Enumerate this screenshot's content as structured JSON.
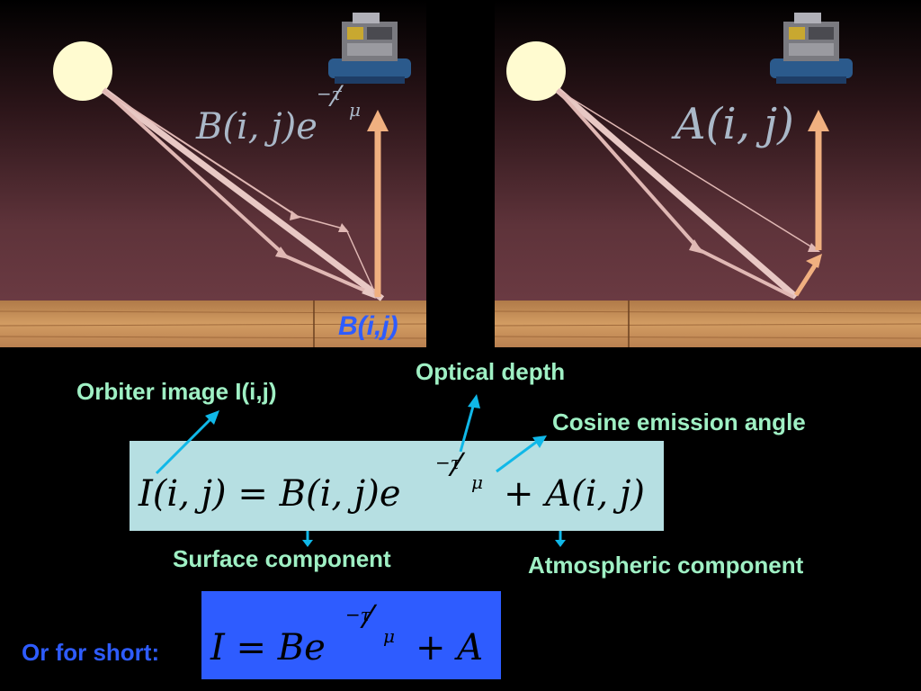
{
  "panels": {
    "left_surface_label": "B(i,j)",
    "left_formula": {
      "main": "B(i, j)e",
      "sup_num": "−τ",
      "sup_den": "μ"
    },
    "right_formula": {
      "main": "A(i, j)"
    }
  },
  "annotations": {
    "orbiter_image": "Orbiter image I(i,j)",
    "optical_depth": "Optical depth",
    "cosine_emission": "Cosine emission angle",
    "surface_component": "Surface component",
    "atmospheric_component": "Atmospheric component",
    "or_for_short": "Or for short:"
  },
  "equation": {
    "lhs": "I(i, j) = B(i, j)e",
    "sup_num": "−τ",
    "sup_den": "μ",
    "rhs": "+ A(i, j)"
  },
  "short_equation": {
    "lhs": "I  = Be",
    "sup_num": "−τ",
    "sup_den": "μ",
    "rhs": "+ A"
  },
  "colors": {
    "label_green": "#9ff0c4",
    "arrow_cyan": "#10b8e8",
    "equation_box": "#b6dfe2",
    "short_box": "#2e5cff",
    "ground": "#c89058",
    "sky_top": "#6a3a42",
    "sun": "#fffbd0",
    "beam": "#e8b8b4",
    "up_arrow": "#f0b080",
    "blue_text": "#2e5cff"
  }
}
